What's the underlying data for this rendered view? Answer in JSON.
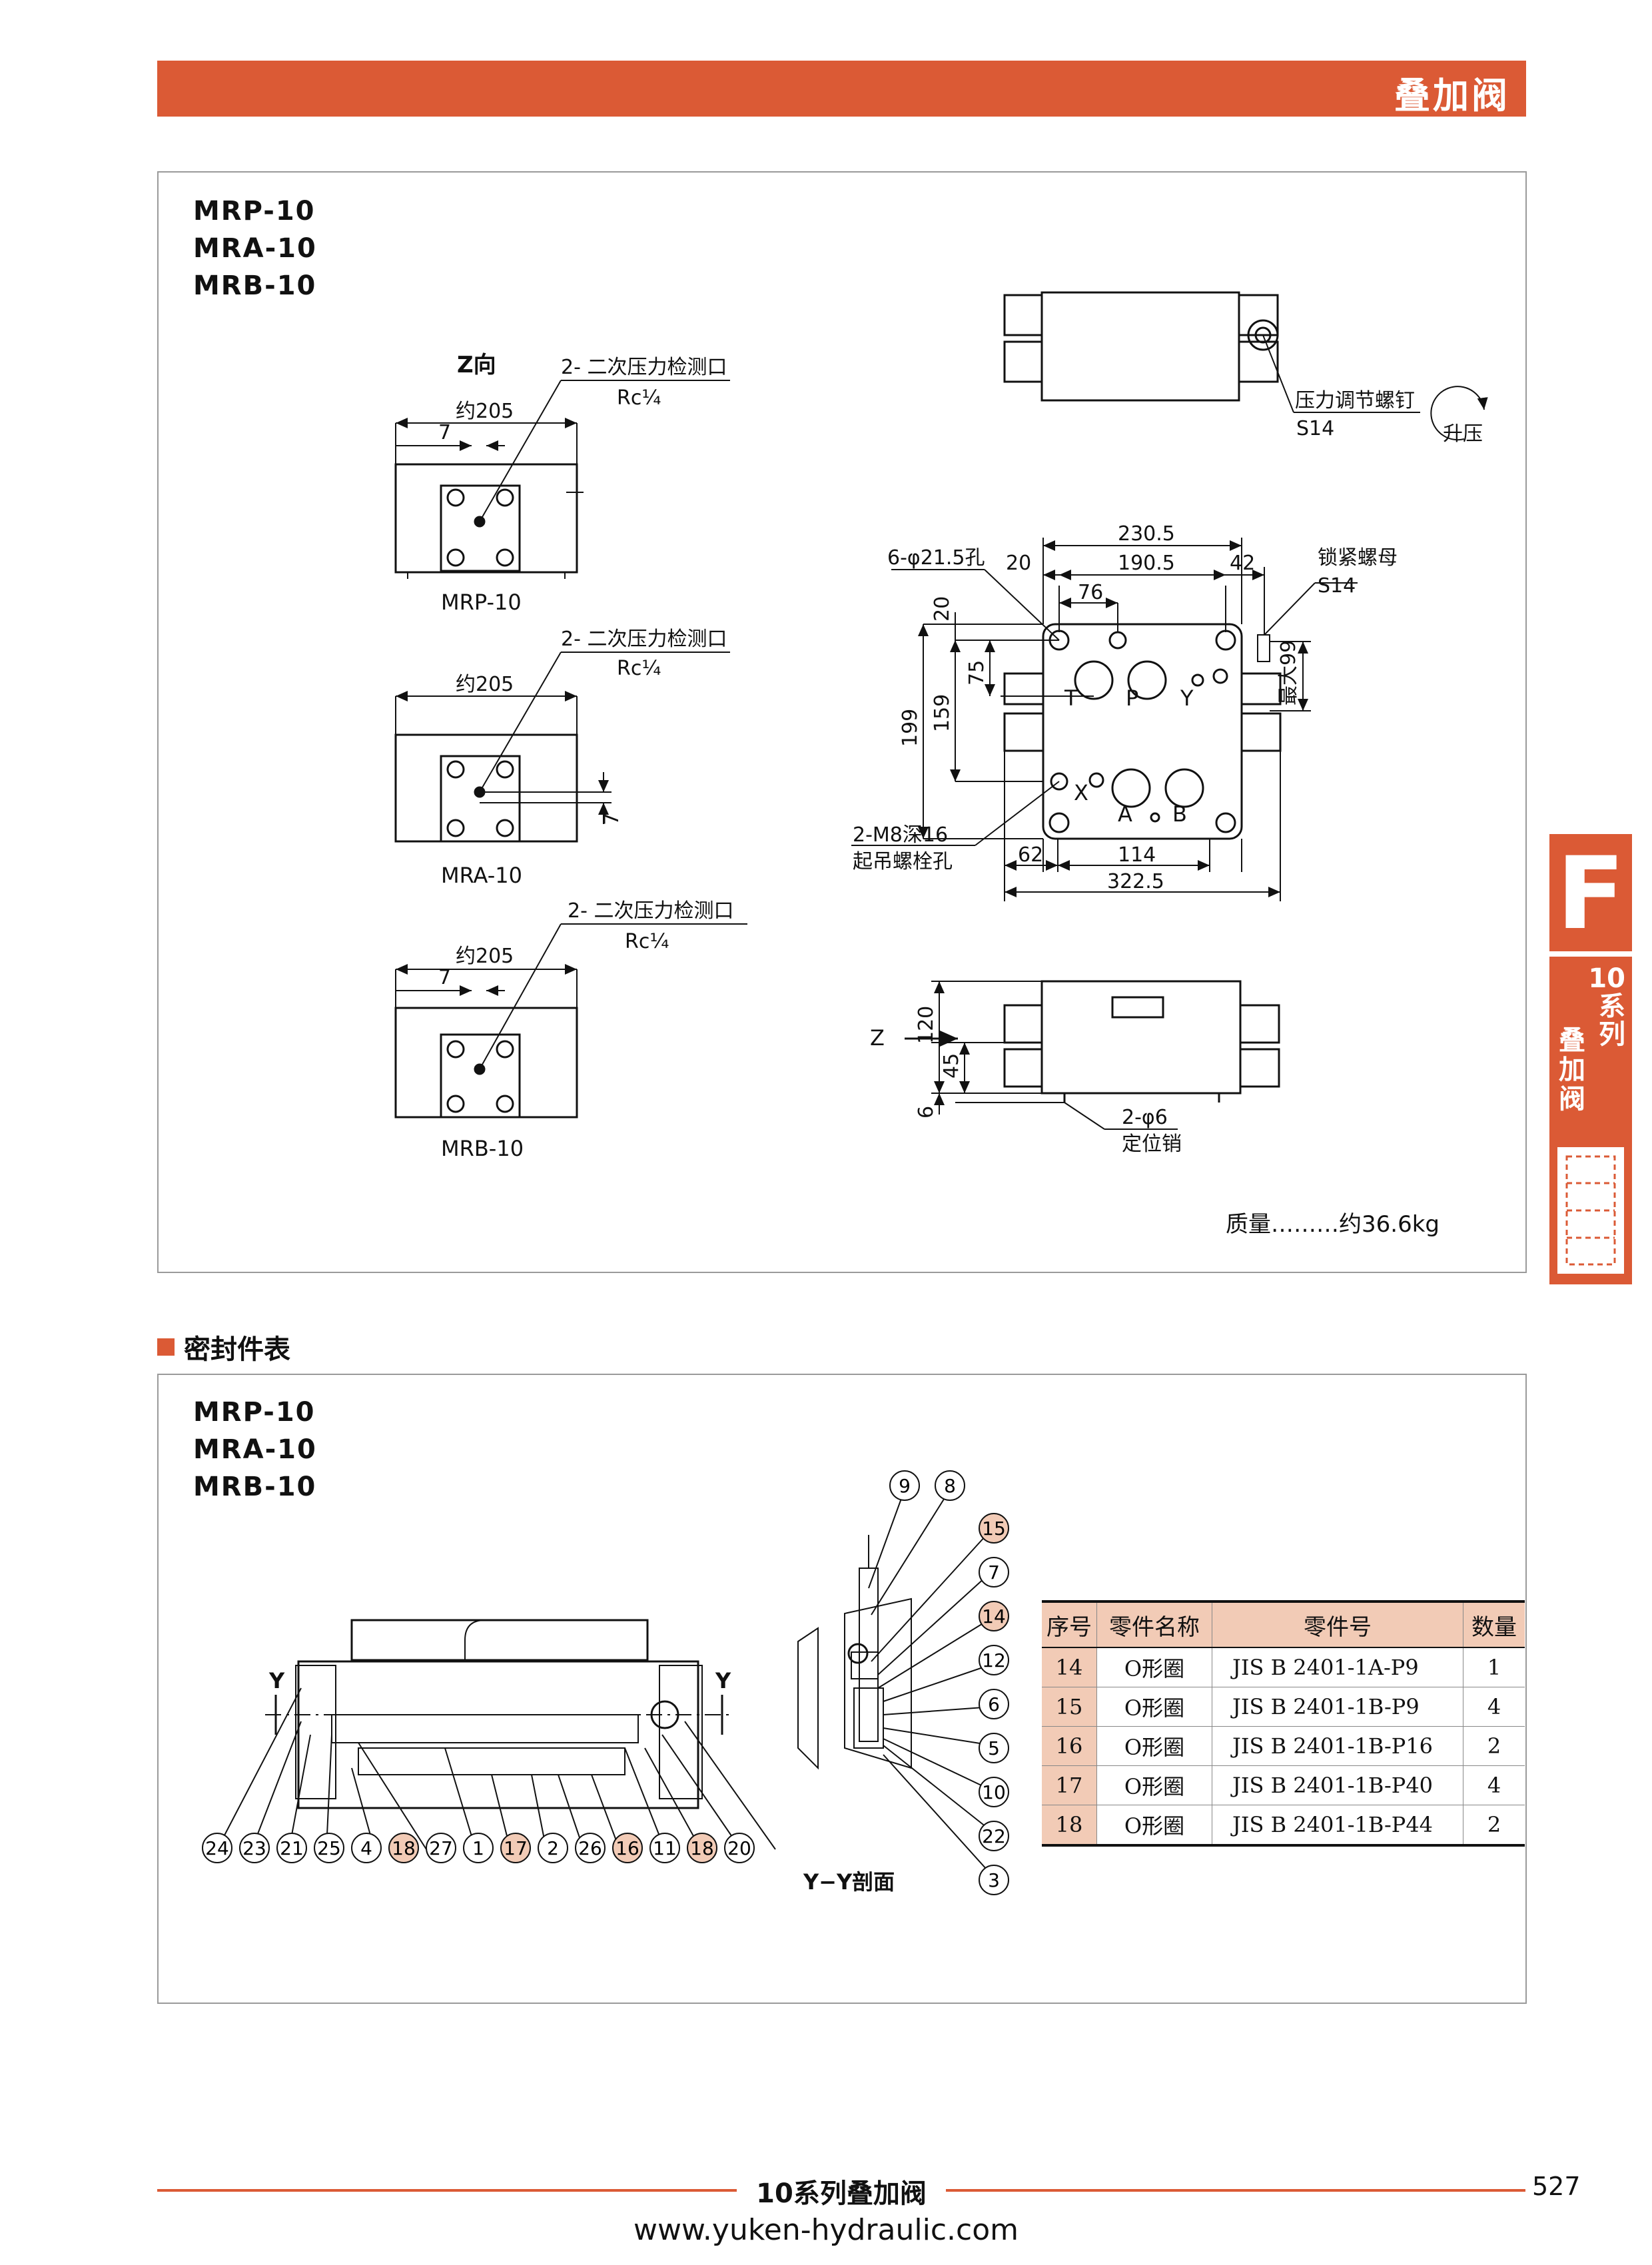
{
  "header": {
    "title": "叠加阀"
  },
  "section1": {
    "models": [
      "MRP-10",
      "MRA-10",
      "MRB-10"
    ],
    "left_views": {
      "z_view_label": "Z向",
      "port_note_line1": "2- 二次压力检测口",
      "port_note_line2": "Rc¼",
      "width_label": "约205",
      "offset_label": "7",
      "labels": [
        "MRP-10",
        "MRA-10",
        "MRB-10"
      ]
    },
    "top_view": {
      "adjust_screw": "压力调节螺钉",
      "adjust_size": "S14",
      "raise": "升压"
    },
    "plan_view": {
      "holes": "6-φ21.5孔",
      "dim_230": "230.5",
      "dim_190": "190.5",
      "dim_20": "20",
      "dim_42": "42",
      "dim_76": "76",
      "lock_nut": "锁紧螺母",
      "lock_size": "S14",
      "dim_v20": "20",
      "dim_75": "75",
      "dim_159": "159",
      "dim_199": "199",
      "dim_max99": "最大99",
      "port_T": "T",
      "port_P": "P",
      "port_Y": "Y",
      "port_X": "X",
      "port_A": "A",
      "port_B": "B",
      "lift_line1": "2-M8深16",
      "lift_line2": "起吊螺栓孔",
      "dim_62": "62",
      "dim_114": "114",
      "dim_322": "322.5"
    },
    "side_view": {
      "z_label": "Z",
      "dim_120": "120",
      "dim_45": "45",
      "dim_6": "6",
      "pin_line1": "2-φ6",
      "pin_line2": "定位销"
    },
    "mass": "质量………约36.6kg"
  },
  "seal_heading": "密封件表",
  "section2": {
    "models": [
      "MRP-10",
      "MRA-10",
      "MRB-10"
    ],
    "y_label": "Y",
    "bottom_bubbles": [
      {
        "n": "24",
        "h": false
      },
      {
        "n": "23",
        "h": false
      },
      {
        "n": "21",
        "h": false
      },
      {
        "n": "25",
        "h": false
      },
      {
        "n": "4",
        "h": false
      },
      {
        "n": "18",
        "h": true
      },
      {
        "n": "27",
        "h": false
      },
      {
        "n": "1",
        "h": false
      },
      {
        "n": "17",
        "h": true
      },
      {
        "n": "2",
        "h": false
      },
      {
        "n": "26",
        "h": false
      },
      {
        "n": "16",
        "h": true
      },
      {
        "n": "11",
        "h": false
      },
      {
        "n": "18",
        "h": true
      },
      {
        "n": "20",
        "h": false
      }
    ],
    "section_bubbles": [
      {
        "n": "15",
        "h": true
      },
      {
        "n": "7",
        "h": false
      },
      {
        "n": "14",
        "h": true
      },
      {
        "n": "12",
        "h": false
      },
      {
        "n": "6",
        "h": false
      },
      {
        "n": "5",
        "h": false
      },
      {
        "n": "10",
        "h": false
      },
      {
        "n": "22",
        "h": false
      },
      {
        "n": "3",
        "h": false
      }
    ],
    "top_bubbles": [
      {
        "n": "9",
        "h": false
      },
      {
        "n": "8",
        "h": false
      }
    ],
    "section_label": "Y−Y剖面",
    "table": {
      "headers": [
        "序号",
        "零件名称",
        "零件号",
        "数量"
      ],
      "rows": [
        [
          "14",
          "O形圈",
          "JIS B 2401-1A-P9",
          "1"
        ],
        [
          "15",
          "O形圈",
          "JIS B 2401-1B-P9",
          "4"
        ],
        [
          "16",
          "O形圈",
          "JIS B 2401-1B-P16",
          "2"
        ],
        [
          "17",
          "O形圈",
          "JIS B 2401-1B-P40",
          "4"
        ],
        [
          "18",
          "O形圈",
          "JIS B 2401-1B-P44",
          "2"
        ]
      ]
    }
  },
  "side_tab": {
    "letter": "F",
    "series_1": "10",
    "series_2": "系",
    "series_3": "列",
    "vertical": [
      "叠",
      "加",
      "阀"
    ]
  },
  "footer": {
    "title": "10系列叠加阀",
    "page": "527",
    "url": "www.yuken-hydraulic.com"
  },
  "colors": {
    "accent": "#db5a35",
    "highlight": "#f2cbb6"
  }
}
